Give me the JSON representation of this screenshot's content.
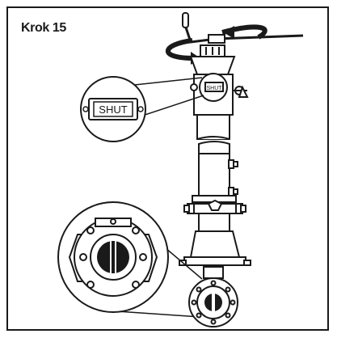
{
  "step": {
    "label": "Krok 15"
  },
  "indicator": {
    "text_small": "SHUT",
    "text_large": "SHUT"
  },
  "colors": {
    "ink": "#1a1a1a",
    "paper": "#ffffff",
    "shade": "#444444"
  },
  "icons": {
    "handwheel": "handwheel-icon",
    "rotation_arrow": "rotation-arrow-icon",
    "valve_body": "valve-body-icon",
    "detail_indicator": "shut-indicator-detail",
    "detail_flange": "flange-detail"
  }
}
